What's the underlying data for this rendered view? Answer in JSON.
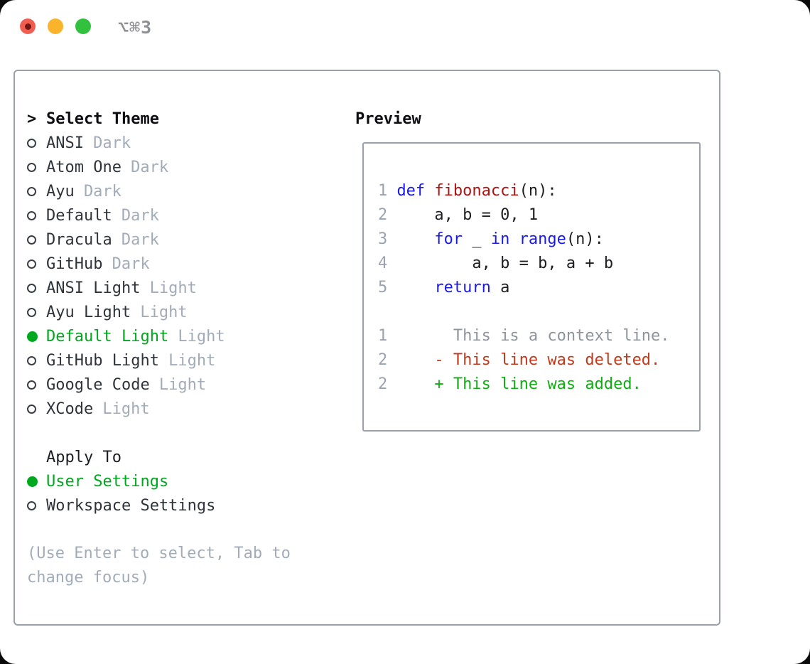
{
  "window": {
    "title": "⌥⌘3",
    "controls": [
      "close",
      "minimize",
      "zoom"
    ]
  },
  "theme_picker": {
    "prompt": ">",
    "header": "Select Theme",
    "items": [
      {
        "name": "ANSI",
        "variant": "Dark",
        "selected": false
      },
      {
        "name": "Atom One",
        "variant": "Dark",
        "selected": false
      },
      {
        "name": "Ayu",
        "variant": "Dark",
        "selected": false
      },
      {
        "name": "Default",
        "variant": "Dark",
        "selected": false
      },
      {
        "name": "Dracula",
        "variant": "Dark",
        "selected": false
      },
      {
        "name": "GitHub",
        "variant": "Dark",
        "selected": false
      },
      {
        "name": "ANSI Light",
        "variant": "Light",
        "selected": false
      },
      {
        "name": "Ayu Light",
        "variant": "Light",
        "selected": false
      },
      {
        "name": "Default Light",
        "variant": "Light",
        "selected": true
      },
      {
        "name": "GitHub Light",
        "variant": "Light",
        "selected": false
      },
      {
        "name": "Google Code",
        "variant": "Light",
        "selected": false
      },
      {
        "name": "XCode",
        "variant": "Light",
        "selected": false
      }
    ],
    "apply_to": {
      "header": "Apply To",
      "options": [
        {
          "label": "User Settings",
          "selected": true
        },
        {
          "label": "Workspace Settings",
          "selected": false
        }
      ]
    },
    "hint": "(Use Enter to select, Tab to change focus)"
  },
  "preview": {
    "header": "Preview",
    "code_lines": [
      {
        "num": "1",
        "segments": [
          {
            "t": "def ",
            "c": "keyword"
          },
          {
            "t": "fibonacci",
            "c": "function"
          },
          {
            "t": "(n):",
            "c": "default"
          }
        ]
      },
      {
        "num": "2",
        "segments": [
          {
            "t": "    a, b = 0, 1",
            "c": "default"
          }
        ]
      },
      {
        "num": "3",
        "segments": [
          {
            "t": "    ",
            "c": "default"
          },
          {
            "t": "for",
            "c": "keyword"
          },
          {
            "t": " _ ",
            "c": "default"
          },
          {
            "t": "in",
            "c": "keyword"
          },
          {
            "t": " ",
            "c": "default"
          },
          {
            "t": "range",
            "c": "keyword"
          },
          {
            "t": "(n):",
            "c": "default"
          }
        ]
      },
      {
        "num": "4",
        "segments": [
          {
            "t": "        a, b = b, a + b",
            "c": "default"
          }
        ]
      },
      {
        "num": "5",
        "segments": [
          {
            "t": "    ",
            "c": "default"
          },
          {
            "t": "return",
            "c": "keyword"
          },
          {
            "t": " a",
            "c": "default"
          }
        ]
      },
      {
        "num": "",
        "segments": []
      },
      {
        "num": "1",
        "segments": [
          {
            "t": "      This is a context line.",
            "c": "context"
          }
        ]
      },
      {
        "num": "2",
        "segments": [
          {
            "t": "    - This line was deleted.",
            "c": "deleted"
          }
        ]
      },
      {
        "num": "2",
        "segments": [
          {
            "t": "    + This line was added.",
            "c": "added"
          }
        ]
      }
    ]
  },
  "colors": {
    "accent_green": "#00a81e",
    "syntax_keyword": "#1a1ae8",
    "syntax_function": "#b01311",
    "diff_deleted": "#c23a1c",
    "diff_added": "#0fae12",
    "line_number": "#9aa3af",
    "panel_border": "#9aa1ab",
    "traffic_red": "#f25d52",
    "traffic_yellow": "#f9b42c",
    "traffic_green": "#32c13c"
  }
}
